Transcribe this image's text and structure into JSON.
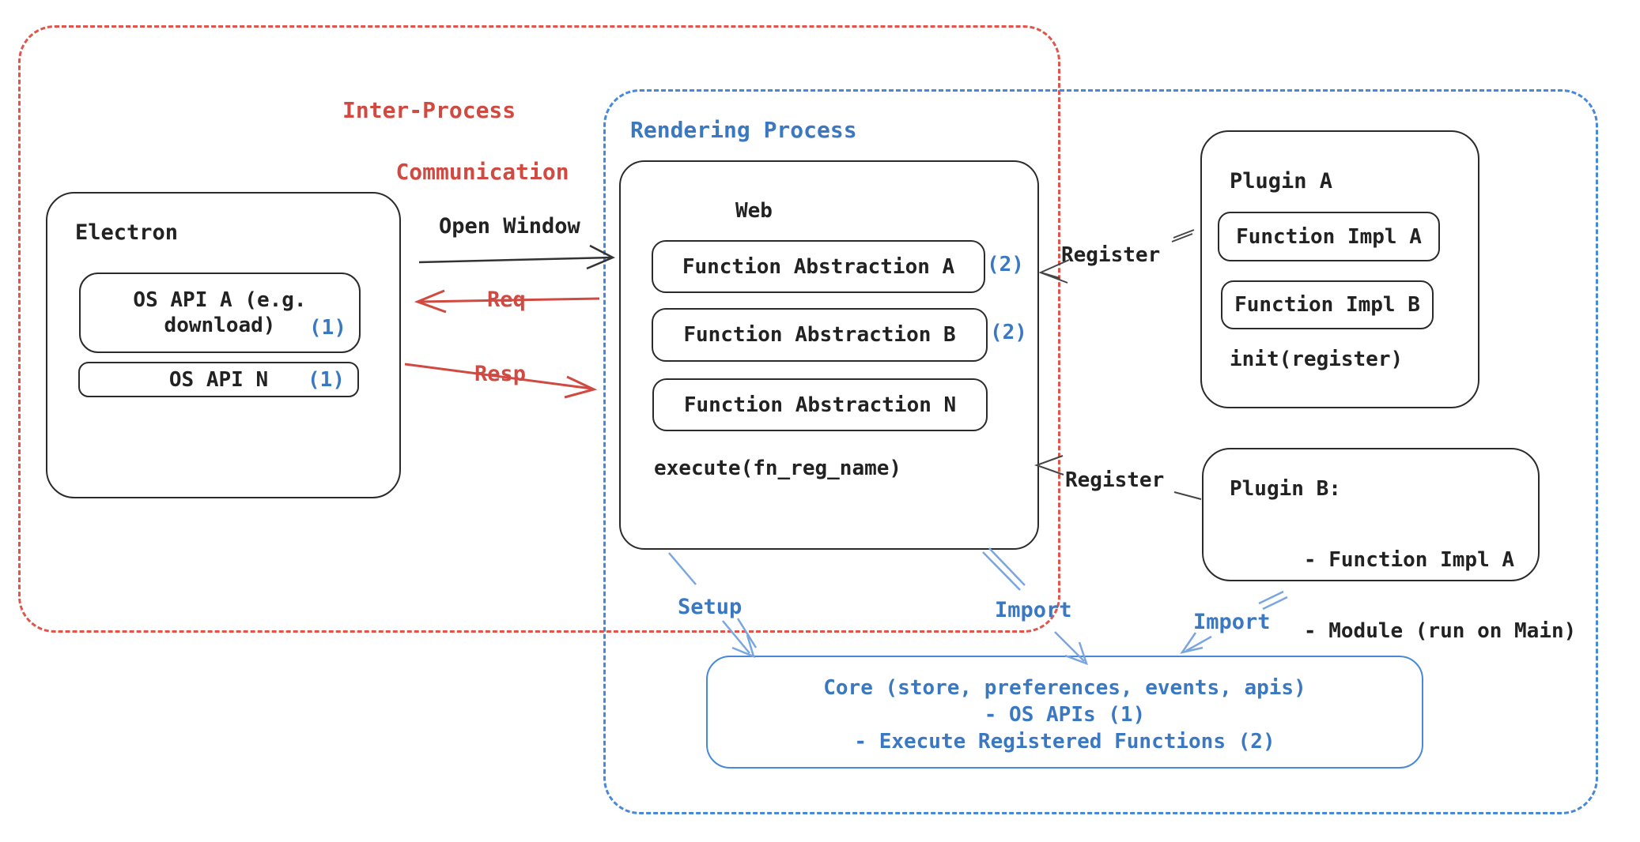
{
  "ipc_region": {
    "title_line1": "Inter-Process",
    "title_line2": "Communication"
  },
  "rendering_region": {
    "title": "Rendering Process"
  },
  "electron": {
    "title": "Electron",
    "os_api_a_line1": "OS API A (e.g.",
    "os_api_a_line2": "download)",
    "os_api_a_badge": "(1)",
    "os_api_n": "OS API N",
    "os_api_n_badge": "(1)"
  },
  "web": {
    "title": "Web",
    "fa_a": "Function Abstraction A",
    "fa_a_badge": "(2)",
    "fa_b": "Function Abstraction B",
    "fa_b_badge": "(2)",
    "fa_n": "Function Abstraction N",
    "execute": "execute(fn_reg_name)"
  },
  "plugin_a": {
    "title": "Plugin A",
    "impl_a": "Function Impl A",
    "impl_b": "Function Impl B",
    "init": "init(register)"
  },
  "plugin_b": {
    "title": "Plugin B:",
    "item_1": "- Function Impl A",
    "item_2": "- Module (run on Main)"
  },
  "core": {
    "line1": "Core (store, preferences, events, apis)",
    "line2": "- OS APIs (1)",
    "line3": "- Execute Registered Functions (2)"
  },
  "arrows": {
    "open_window": "Open Window",
    "req": "Req",
    "resp": "Resp",
    "register_plugin_a": "Register",
    "register_plugin_b": "Register",
    "setup": "Setup",
    "import_core": "Import",
    "import_plugin_b": "Import"
  },
  "colors": {
    "red_text": "#d04a42",
    "red_border": "#e2544a",
    "blue_text": "#3b78c2",
    "blue_border": "#4788d8",
    "arrow_blue": "#7aa6e0",
    "black": "#222222"
  }
}
